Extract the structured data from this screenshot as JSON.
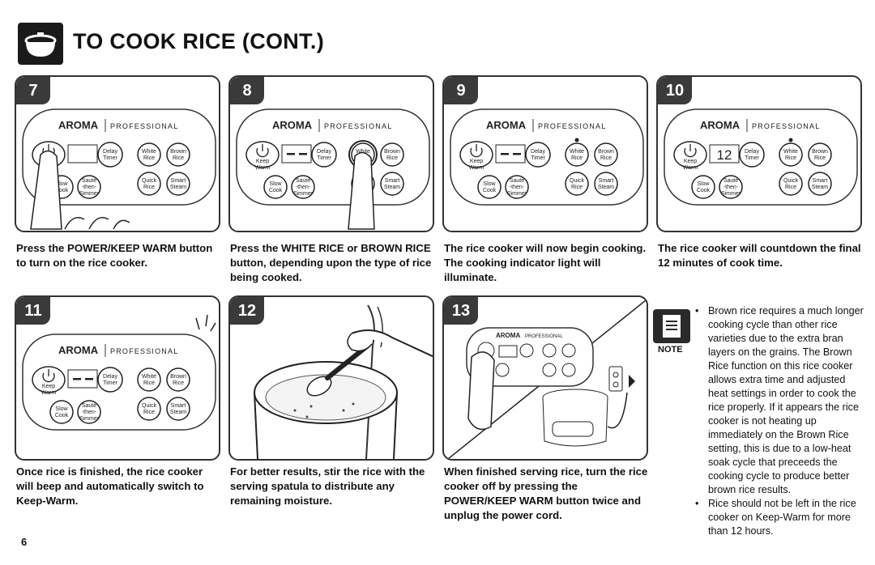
{
  "header": {
    "title": "TO COOK RICE (CONT.)",
    "icon": "rice-cooker-icon"
  },
  "panel_labels": {
    "brand": "AROMA",
    "sub": "PROFESSIONAL",
    "delay": "Delay",
    "timer": "Timer",
    "white": "White",
    "brown": "Brown",
    "rice": "Rice",
    "slow": "Slow",
    "cook": "Cook",
    "saute": "Sauté",
    "then": "-then-",
    "simmer": "Simmer",
    "quick": "Quick",
    "smart": "Smart",
    "steam": "Steam",
    "keep": "Keep",
    "warm": "Warm",
    "countdown": "12"
  },
  "steps": [
    {
      "number": "7",
      "caption": "Press the POWER/KEEP WARM button to turn on the rice cooker."
    },
    {
      "number": "8",
      "caption": "Press the WHITE RICE or BROWN RICE button, depending upon the type of rice being cooked."
    },
    {
      "number": "9",
      "caption": "The rice cooker will now begin cooking. The cooking indicator light will illuminate."
    },
    {
      "number": "10",
      "caption": "The rice cooker will countdown the final 12 minutes of cook time."
    },
    {
      "number": "11",
      "caption": "Once rice is finished, the rice cooker will beep and automatically switch to Keep-Warm."
    },
    {
      "number": "12",
      "caption": "For better results, stir the rice with the serving spatula to distribute any remaining moisture."
    },
    {
      "number": "13",
      "caption": "When finished serving rice, turn the rice cooker off by pressing the POWER/KEEP WARM button twice and unplug the power cord."
    }
  ],
  "note": {
    "label": "NOTE",
    "icon": "note-document-icon",
    "items": [
      "Brown rice requires a much longer cooking cycle than other rice varieties due to the extra bran layers on the grains. The Brown Rice function on this rice cooker allows extra time and adjusted heat settings in order to cook the rice properly. If it appears the rice cooker is not heating up immediately on the Brown Rice setting, this is due to a low-heat soak cycle that preceeds the cooking cycle to produce better brown rice results.",
      "Rice should not be left in the rice cooker on Keep-Warm for more than 12 hours."
    ]
  },
  "page_number": "6"
}
